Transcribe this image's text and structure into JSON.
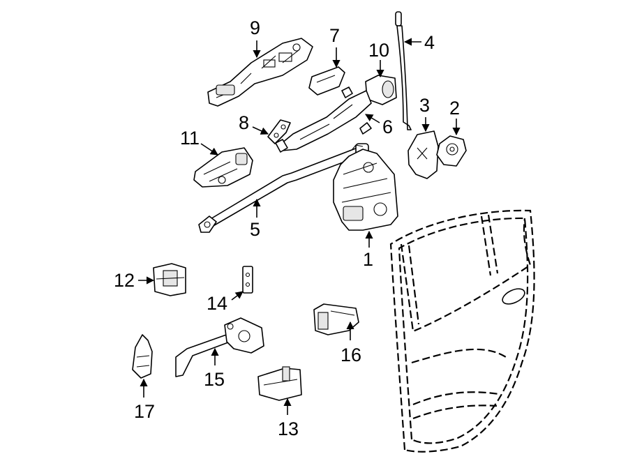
{
  "diagram": {
    "callouts": [
      {
        "id": "1",
        "label": "1"
      },
      {
        "id": "2",
        "label": "2"
      },
      {
        "id": "3",
        "label": "3"
      },
      {
        "id": "4",
        "label": "4"
      },
      {
        "id": "5",
        "label": "5"
      },
      {
        "id": "6",
        "label": "6"
      },
      {
        "id": "7",
        "label": "7"
      },
      {
        "id": "8",
        "label": "8"
      },
      {
        "id": "9",
        "label": "9"
      },
      {
        "id": "10",
        "label": "10"
      },
      {
        "id": "11",
        "label": "11"
      },
      {
        "id": "12",
        "label": "12"
      },
      {
        "id": "13",
        "label": "13"
      },
      {
        "id": "14",
        "label": "14"
      },
      {
        "id": "15",
        "label": "15"
      },
      {
        "id": "16",
        "label": "16"
      },
      {
        "id": "17",
        "label": "17"
      }
    ],
    "colors": {
      "ink": "#000000",
      "background": "#ffffff",
      "shade": "#e6e6e6"
    }
  }
}
